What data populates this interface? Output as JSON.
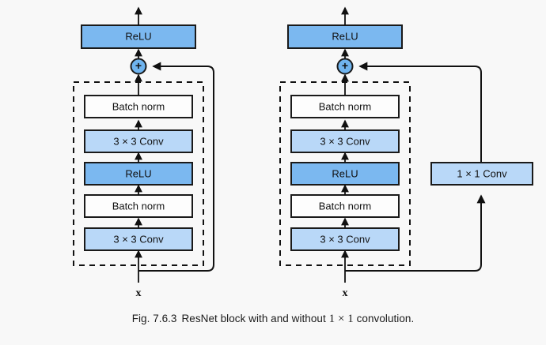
{
  "figure": {
    "background_color": "#f8f8f8",
    "caption": {
      "label": "Fig. 7.6.3",
      "text_before": "ResNet block with and without",
      "math": "1 × 1",
      "text_after": "convolution."
    },
    "colors": {
      "relu_blue": "#7bb8f0",
      "conv_blue": "#b9d8f8",
      "plain_white": "#fdfdfd",
      "stroke": "#111111",
      "add_node_blue": "#6fb4ef"
    },
    "blocks": [
      {
        "name": "resnet-block-without-1x1",
        "has_projection": false,
        "output_label": "ReLU",
        "add_node_label": "+",
        "input_label": "x",
        "layers": [
          {
            "label": "Batch norm",
            "style": "plain"
          },
          {
            "label": "3 × 3 Conv",
            "style": "conv"
          },
          {
            "label": "ReLU",
            "style": "relu"
          },
          {
            "label": "Batch norm",
            "style": "plain"
          },
          {
            "label": "3 × 3 Conv",
            "style": "conv"
          }
        ]
      },
      {
        "name": "resnet-block-with-1x1",
        "has_projection": true,
        "output_label": "ReLU",
        "add_node_label": "+",
        "input_label": "x",
        "projection_label": "1 × 1 Conv",
        "layers": [
          {
            "label": "Batch norm",
            "style": "plain"
          },
          {
            "label": "3 × 3 Conv",
            "style": "conv"
          },
          {
            "label": "ReLU",
            "style": "relu"
          },
          {
            "label": "Batch norm",
            "style": "plain"
          },
          {
            "label": "3 × 3 Conv",
            "style": "conv"
          }
        ]
      }
    ]
  }
}
